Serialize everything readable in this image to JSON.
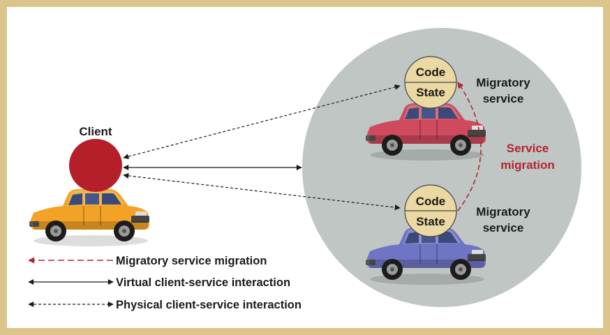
{
  "client": {
    "label": "Client"
  },
  "top_service": {
    "code_label": "Code",
    "state_label": "State",
    "name_line1": "Migratory",
    "name_line2": "service"
  },
  "bottom_service": {
    "code_label": "Code",
    "state_label": "State",
    "name_line1": "Migratory",
    "name_line2": "service"
  },
  "migration": {
    "line1": "Service",
    "line2": "migration"
  },
  "legend": {
    "migration": "Migratory service migration",
    "virtual": "Virtual client-service interaction",
    "physical": "Physical client-service interaction"
  },
  "colors": {
    "frame": "#dcc58a",
    "host_circle": "#bfc6c3",
    "client": "#b51f2a",
    "disc": "#ead9a3",
    "migration": "#b5252f",
    "car_client": "#f2a326",
    "car_top": "#cf4a5c",
    "car_bottom": "#6f74c4"
  }
}
